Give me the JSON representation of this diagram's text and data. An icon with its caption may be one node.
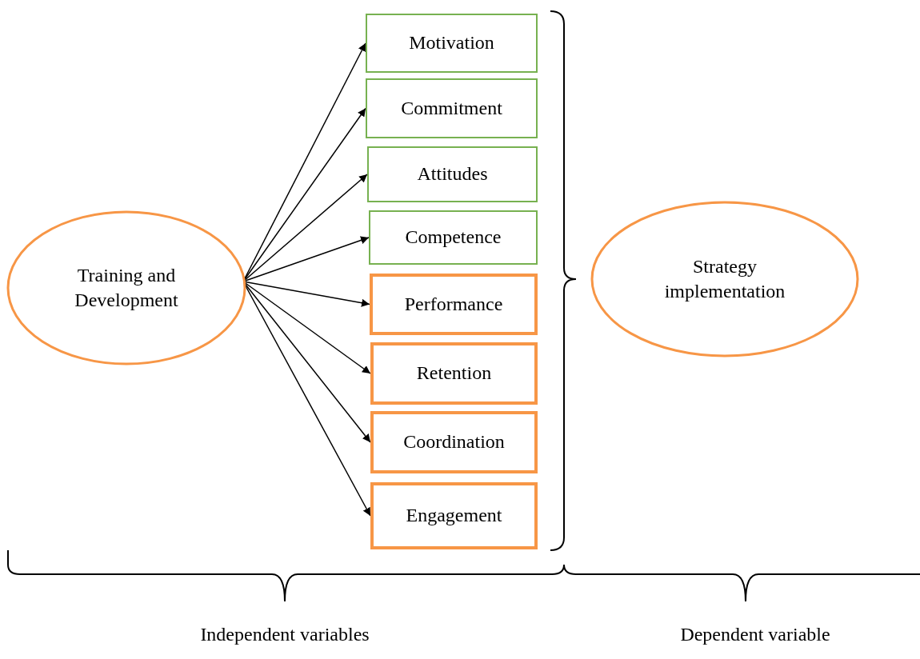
{
  "diagram": {
    "nodes": [
      {
        "text": [
          "Training and Development"
        ]
      },
      {
        "text": [
          "Motivation"
        ]
      },
      {
        "text": [
          "Commitment"
        ]
      },
      {
        "text": [
          "Attitudes"
        ]
      },
      {
        "text": [
          "Competence"
        ]
      },
      {
        "text": [
          "Performance"
        ]
      },
      {
        "text": [
          "Retention"
        ]
      },
      {
        "text": [
          "Coordination"
        ]
      },
      {
        "text": [
          "Engagement"
        ]
      },
      {
        "text": [
          "Strategy implementation"
        ]
      }
    ],
    "edges": [
      {
        "from": 0,
        "to": 1,
        "arrow": "to"
      },
      {
        "from": 0,
        "to": 2,
        "arrow": "to"
      },
      {
        "from": 0,
        "to": 3,
        "arrow": "to"
      },
      {
        "from": 0,
        "to": 4,
        "arrow": "to"
      },
      {
        "from": 0,
        "to": 5,
        "arrow": "to"
      },
      {
        "from": 0,
        "to": 6,
        "arrow": "to"
      },
      {
        "from": 0,
        "to": 7,
        "arrow": "to"
      },
      {
        "from": 0,
        "to": 8,
        "arrow": "to"
      }
    ],
    "labels": [
      "Independent variables",
      "Dependent variable"
    ]
  }
}
